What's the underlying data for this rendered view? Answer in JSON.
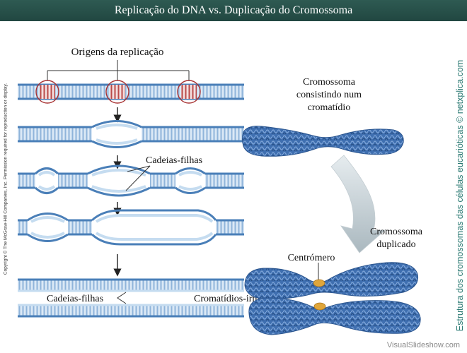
{
  "title": "Replicação do DNA vs. Duplicação do Cromossoma",
  "labels": {
    "origins": "Origens da replicação",
    "daughter_strands_mid": "Cadeias-filhas",
    "daughter_strands_bottom": "Cadeias-filhas",
    "sister_chromatids": "Cromatídios-irmãos",
    "chromosome_one_l1": "Cromossoma",
    "chromosome_one_l2": "consistindo num",
    "chromosome_one_l3": "cromatídio",
    "duplicated_l1": "Cromossoma",
    "duplicated_l2": "duplicado",
    "centromere": "Centrómero"
  },
  "copyright": "Copyright © The McGraw-Hill Companies, Inc. Permission required for reproduction or display.",
  "side_caption": "Estrutura dos cromossomas das células eucarióticas © netxplica.com",
  "watermark": "VisualSlideshow.com",
  "colors": {
    "title_bar": "#214741",
    "dna_backbone": "#4a7fb8",
    "dna_fill": "#c5dcf0",
    "origin_marker": "#a83232",
    "chromosome": "#3f6fb0",
    "centromere": "#e0a63a",
    "side_caption": "#2b7a73"
  }
}
